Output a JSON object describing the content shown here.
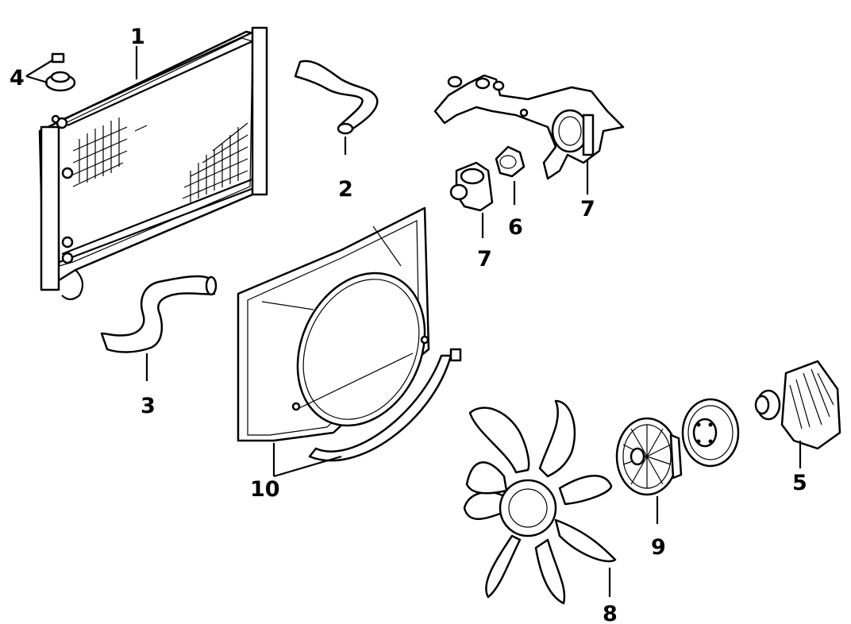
{
  "callouts": [
    {
      "id": "1",
      "text": "1",
      "part": "radiator"
    },
    {
      "id": "2",
      "text": "2",
      "part": "upper-hose"
    },
    {
      "id": "3",
      "text": "3",
      "part": "lower-hose"
    },
    {
      "id": "4",
      "text": "4",
      "part": "radiator-cap"
    },
    {
      "id": "5",
      "text": "5",
      "part": "water-pump"
    },
    {
      "id": "6",
      "text": "6",
      "part": "thermostat"
    },
    {
      "id": "7a",
      "text": "7",
      "part": "thermostat-housing"
    },
    {
      "id": "7b",
      "text": "7",
      "part": "water-outlet"
    },
    {
      "id": "8",
      "text": "8",
      "part": "fan-blade"
    },
    {
      "id": "9",
      "text": "9",
      "part": "fan-clutch"
    },
    {
      "id": "10",
      "text": "10",
      "part": "fan-shroud"
    }
  ]
}
